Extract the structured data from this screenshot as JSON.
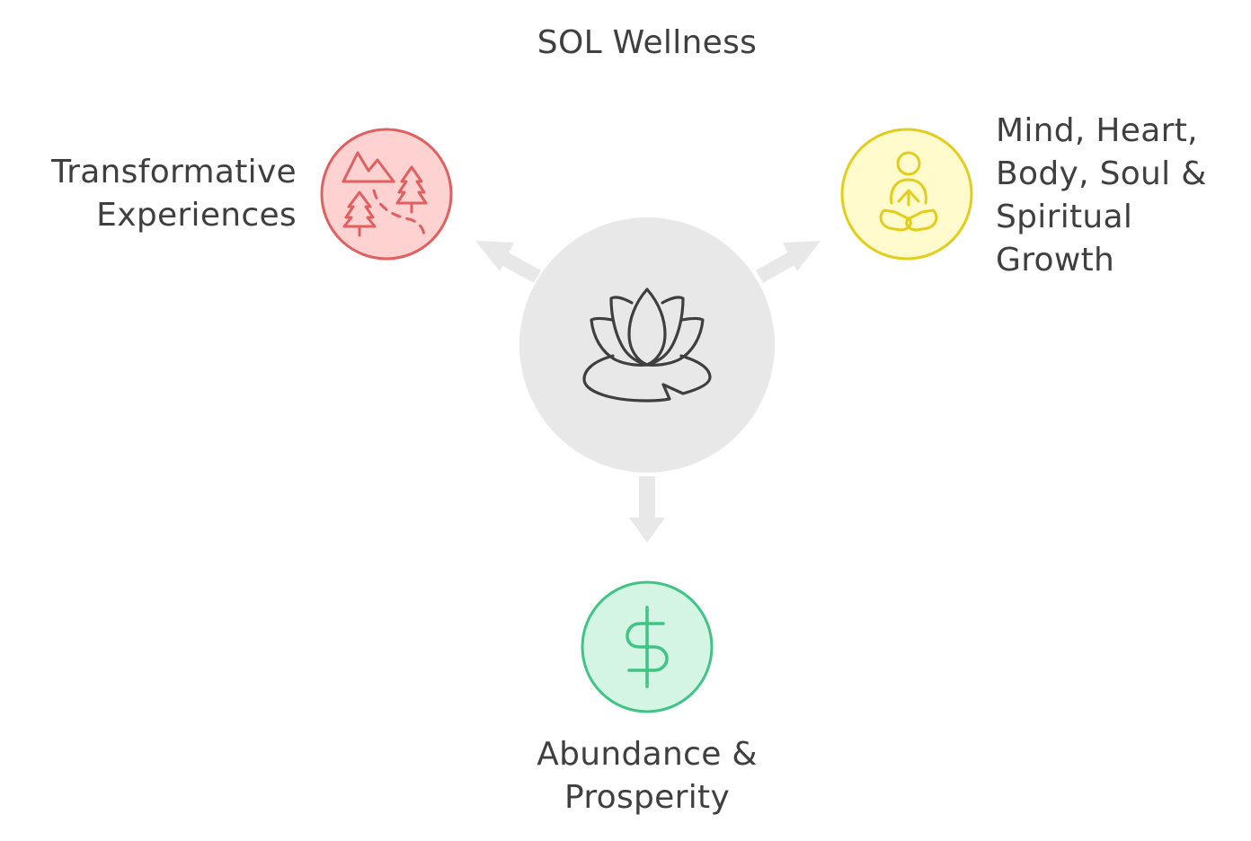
{
  "diagram": {
    "title": "SOL Wellness",
    "center": {
      "icon": "lotus-icon"
    },
    "nodes": [
      {
        "id": "left",
        "label": "Transformative Experiences",
        "icon": "mountain-trees-path-icon",
        "stroke": "#e06060",
        "fill": "#ffd2d2"
      },
      {
        "id": "right",
        "label": "Mind, Heart, Body, Soul & Spiritual Growth",
        "icon": "meditation-icon",
        "stroke": "#e3cd1c",
        "fill": "#fffbcc"
      },
      {
        "id": "bottom",
        "label": "Abundance & Prosperity",
        "icon": "dollar-icon",
        "stroke": "#3fc485",
        "fill": "#d4f5e4"
      }
    ],
    "colors": {
      "center_fill": "#e8e8e8",
      "arrow": "#e8e8e8",
      "icon_dark": "#3f3f3f",
      "text": "#3f3f3f"
    }
  }
}
